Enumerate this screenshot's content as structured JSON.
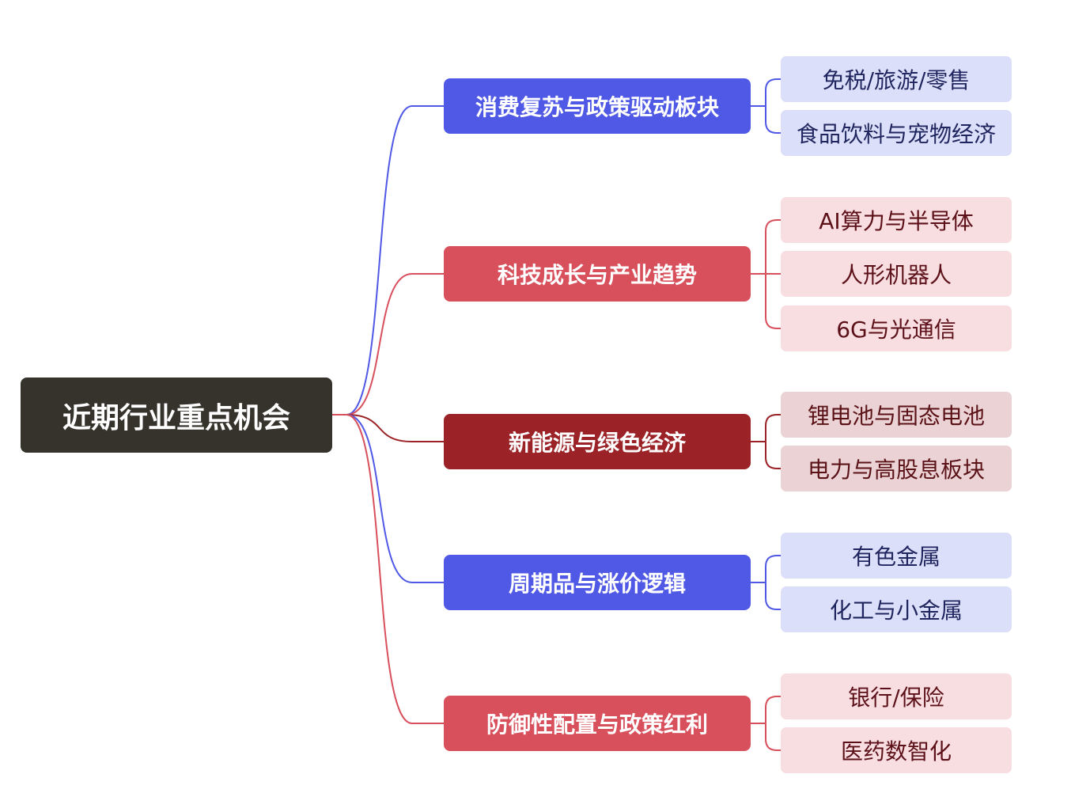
{
  "root": {
    "label": "近期行业重点机会"
  },
  "branches": [
    {
      "label": "消费复苏与政策驱动板块",
      "color": "#5059e6",
      "style": "blue",
      "leaves": [
        "免税/旅游/零售",
        "食品饮料与宠物经济"
      ]
    },
    {
      "label": "科技成长与产业趋势",
      "color": "#d9505d",
      "style": "red",
      "leaves": [
        "AI算力与半导体",
        "人形机器人",
        "6G与光通信"
      ]
    },
    {
      "label": "新能源与绿色经济",
      "color": "#9b2226",
      "style": "dark",
      "leaves": [
        "锂电池与固态电池",
        "电力与高股息板块"
      ]
    },
    {
      "label": "周期品与涨价逻辑",
      "color": "#5059e6",
      "style": "blue",
      "leaves": [
        "有色金属",
        "化工与小金属"
      ]
    },
    {
      "label": "防御性配置与政策红利",
      "color": "#d9505d",
      "style": "red",
      "leaves": [
        "银行/保险",
        "医药数智化"
      ]
    }
  ]
}
